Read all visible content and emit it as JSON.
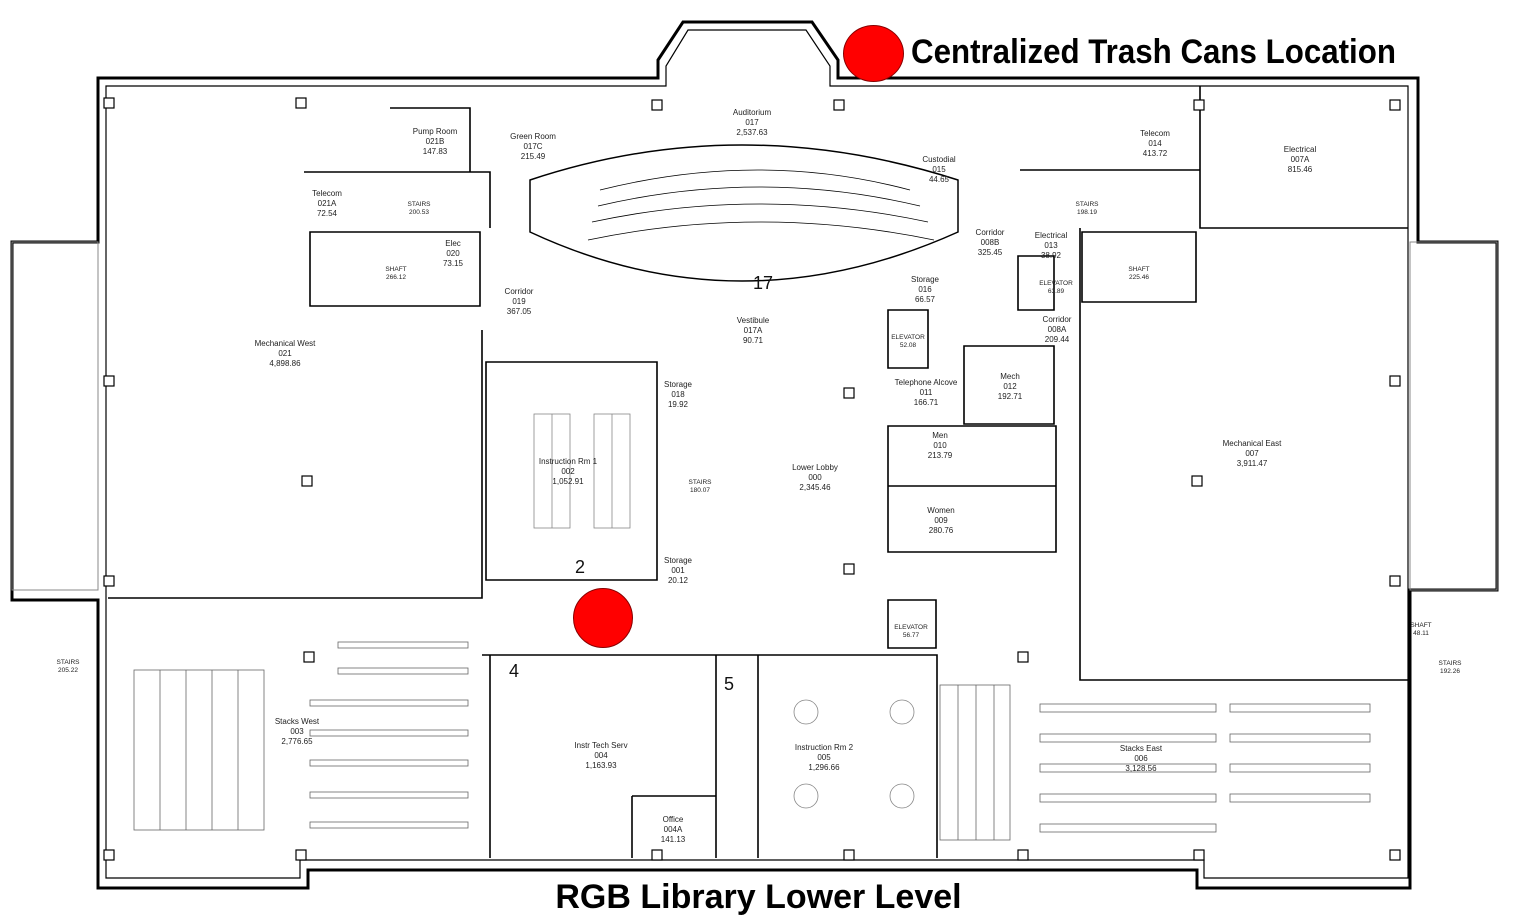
{
  "title": "RGB Library Lower Level",
  "legend": {
    "label": "Centralized Trash Cans Location",
    "marker_color": "#ff0000"
  },
  "rooms": [
    {
      "name": "Pump Room",
      "number": "021B",
      "area": "147.83"
    },
    {
      "name": "Green Room",
      "number": "017C",
      "area": "215.49"
    },
    {
      "name": "Auditorium",
      "number": "017",
      "area": "2,537.63"
    },
    {
      "name": "Telecom",
      "number": "014",
      "area": "413.72"
    },
    {
      "name": "Electrical",
      "number": "007A",
      "area": "815.46"
    },
    {
      "name": "Telecom",
      "number": "021A",
      "area": "72.54"
    },
    {
      "name": "STAIRS",
      "number": "",
      "area": "200.53"
    },
    {
      "name": "Elec",
      "number": "020",
      "area": "73.15"
    },
    {
      "name": "SHAFT",
      "number": "",
      "area": "266.12"
    },
    {
      "name": "Custodial",
      "number": "015",
      "area": "44.65"
    },
    {
      "name": "STAIRS",
      "number": "",
      "area": "198.19"
    },
    {
      "name": "Corridor",
      "number": "008B",
      "area": "325.45"
    },
    {
      "name": "Electrical",
      "number": "013",
      "area": "38.92"
    },
    {
      "name": "SHAFT",
      "number": "",
      "area": "225.46"
    },
    {
      "name": "ELEVATOR",
      "number": "",
      "area": "63.89"
    },
    {
      "name": "Storage",
      "number": "016",
      "area": "66.57"
    },
    {
      "name": "Corridor",
      "number": "019",
      "area": "367.05"
    },
    {
      "name": "Vestibule",
      "number": "017A",
      "area": "90.71"
    },
    {
      "name": "Corridor",
      "number": "008A",
      "area": "209.44"
    },
    {
      "name": "Mechanical West",
      "number": "021",
      "area": "4,898.86"
    },
    {
      "name": "ELEVATOR",
      "number": "",
      "area": "52.08"
    },
    {
      "name": "Storage",
      "number": "018",
      "area": "19.92"
    },
    {
      "name": "Mech",
      "number": "012",
      "area": "192.71"
    },
    {
      "name": "Telephone Alcove",
      "number": "011",
      "area": "166.71"
    },
    {
      "name": "Instruction Rm 1",
      "number": "002",
      "area": "1,052.91"
    },
    {
      "name": "STAIRS",
      "number": "",
      "area": "180.07"
    },
    {
      "name": "Lower Lobby",
      "number": "000",
      "area": "2,345.46"
    },
    {
      "name": "Men",
      "number": "010",
      "area": "213.79"
    },
    {
      "name": "Mechanical East",
      "number": "007",
      "area": "3,911.47"
    },
    {
      "name": "Women",
      "number": "009",
      "area": "280.76"
    },
    {
      "name": "Storage",
      "number": "001",
      "area": "20.12"
    },
    {
      "name": "ELEVATOR",
      "number": "",
      "area": "56.77"
    },
    {
      "name": "SHAFT",
      "number": "",
      "area": "48.11"
    },
    {
      "name": "STAIRS",
      "number": "",
      "area": "205.22"
    },
    {
      "name": "STAIRS",
      "number": "",
      "area": "192.26"
    },
    {
      "name": "Stacks West",
      "number": "003",
      "area": "2,776.65"
    },
    {
      "name": "Instr Tech Serv",
      "number": "004",
      "area": "1,163.93"
    },
    {
      "name": "Instruction Rm 2",
      "number": "005",
      "area": "1,296.66"
    },
    {
      "name": "Stacks East",
      "number": "006",
      "area": "3,128.56"
    },
    {
      "name": "Office",
      "number": "004A",
      "area": "141.13"
    }
  ],
  "room_numbers": [
    "17",
    "2",
    "4",
    "5"
  ]
}
